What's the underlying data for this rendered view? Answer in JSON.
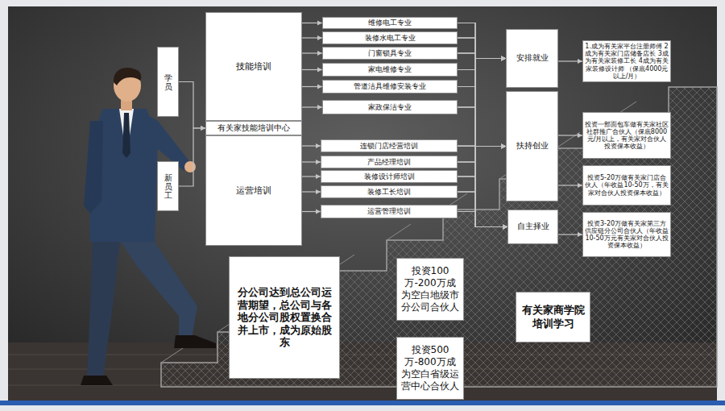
{
  "diagram": {
    "nodes": [
      {
        "text": [
          "学员"
        ]
      },
      {
        "text": [
          "新员工"
        ]
      },
      {
        "text": [
          "技能培训"
        ]
      },
      {
        "text": [
          "有关家技能培训中心"
        ]
      },
      {
        "text": [
          "运营培训"
        ]
      },
      {
        "text": [
          "维修电工专业"
        ]
      },
      {
        "text": [
          "装修水电工专业"
        ]
      },
      {
        "text": [
          "门窗锁具专业"
        ]
      },
      {
        "text": [
          "家电维修专业"
        ]
      },
      {
        "text": [
          "管道洁具维修安装专业"
        ]
      },
      {
        "text": [
          "家政保洁专业"
        ]
      },
      {
        "text": [
          "连锁门店经营培训"
        ]
      },
      {
        "text": [
          "产品经理培训"
        ]
      },
      {
        "text": [
          "装修设计师培训"
        ]
      },
      {
        "text": [
          "装修工长培训"
        ]
      },
      {
        "text": [
          "运营管理培训"
        ]
      },
      {
        "text": [
          "安排就业"
        ]
      },
      {
        "text": [
          "扶持创业"
        ]
      },
      {
        "text": [
          "自主择业"
        ]
      },
      {
        "text": [
          "1.成为有关家平台注册师傅 2成为有关家门店储备店长 3成为有关家装修工长 4成为有关家装修设计师 （保底4000元以上/月）"
        ]
      },
      {
        "text": [
          "投资一部面包车做有关家社区社群推广合伙人（保底8000元/月以上，有关家对合伙人投资保本收益）"
        ]
      },
      {
        "text": [
          "投资5-20万做有关家门店合伙人（年收益10-50万，有关家对合伙人投资保本收益）"
        ]
      },
      {
        "text": [
          "投资3-20万做有关家第三方供应链分公司合伙人（年收益10-50万元有关家对合伙人投资保本收益）"
        ]
      },
      {
        "text": [
          "分公司达到总公司运营期望，总公司与各地分公司股权置换合并上市，成为原始股东"
        ]
      },
      {
        "text": [
          "投资100万-200万成为空白地级市分公司合伙人"
        ]
      },
      {
        "text": [
          "投资500万-800万成为空白省级运营中心合伙人"
        ]
      },
      {
        "text": [
          "有关家商学院培训学习"
        ]
      }
    ],
    "edges": [
      {
        "from": 0,
        "to": 3,
        "arrow": "to"
      },
      {
        "from": 1,
        "to": 3,
        "arrow": "to"
      },
      {
        "from": 2,
        "to": 5,
        "arrow": "to"
      },
      {
        "from": 2,
        "to": 6,
        "arrow": "to"
      },
      {
        "from": 2,
        "to": 7,
        "arrow": "to"
      },
      {
        "from": 2,
        "to": 8,
        "arrow": "to"
      },
      {
        "from": 2,
        "to": 9,
        "arrow": "to"
      },
      {
        "from": 2,
        "to": 10,
        "arrow": "to"
      },
      {
        "from": 4,
        "to": 11,
        "arrow": "to"
      },
      {
        "from": 4,
        "to": 12,
        "arrow": "to"
      },
      {
        "from": 4,
        "to": 13,
        "arrow": "to"
      },
      {
        "from": 4,
        "to": 14,
        "arrow": "to"
      },
      {
        "from": 4,
        "to": 15,
        "arrow": "to"
      },
      {
        "from": 5,
        "to": 16,
        "arrow": "to"
      },
      {
        "from": 5,
        "to": 17,
        "arrow": "to"
      },
      {
        "from": 5,
        "to": 18,
        "arrow": "to"
      },
      {
        "from": 6,
        "to": 16,
        "arrow": "to"
      },
      {
        "from": 6,
        "to": 17,
        "arrow": "to"
      },
      {
        "from": 6,
        "to": 18,
        "arrow": "to"
      },
      {
        "from": 7,
        "to": 16,
        "arrow": "to"
      },
      {
        "from": 7,
        "to": 17,
        "arrow": "to"
      },
      {
        "from": 7,
        "to": 18,
        "arrow": "to"
      },
      {
        "from": 8,
        "to": 16,
        "arrow": "to"
      },
      {
        "from": 8,
        "to": 17,
        "arrow": "to"
      },
      {
        "from": 8,
        "to": 18,
        "arrow": "to"
      },
      {
        "from": 9,
        "to": 16,
        "arrow": "to"
      },
      {
        "from": 9,
        "to": 17,
        "arrow": "to"
      },
      {
        "from": 9,
        "to": 18,
        "arrow": "to"
      },
      {
        "from": 10,
        "to": 16,
        "arrow": "to"
      },
      {
        "from": 10,
        "to": 17,
        "arrow": "to"
      },
      {
        "from": 10,
        "to": 18,
        "arrow": "to"
      },
      {
        "from": 11,
        "to": 16,
        "arrow": "to"
      },
      {
        "from": 11,
        "to": 17,
        "arrow": "to"
      },
      {
        "from": 11,
        "to": 18,
        "arrow": "to"
      },
      {
        "from": 12,
        "to": 16,
        "arrow": "to"
      },
      {
        "from": 12,
        "to": 17,
        "arrow": "to"
      },
      {
        "from": 12,
        "to": 18,
        "arrow": "to"
      },
      {
        "from": 13,
        "to": 16,
        "arrow": "to"
      },
      {
        "from": 13,
        "to": 17,
        "arrow": "to"
      },
      {
        "from": 13,
        "to": 18,
        "arrow": "to"
      },
      {
        "from": 14,
        "to": 16,
        "arrow": "to"
      },
      {
        "from": 14,
        "to": 17,
        "arrow": "to"
      },
      {
        "from": 14,
        "to": 18,
        "arrow": "to"
      },
      {
        "from": 15,
        "to": 16,
        "arrow": "to"
      },
      {
        "from": 15,
        "to": 17,
        "arrow": "to"
      },
      {
        "from": 15,
        "to": 18,
        "arrow": "to"
      },
      {
        "from": 16,
        "to": 19,
        "arrow": "to"
      },
      {
        "from": 17,
        "to": 20,
        "arrow": "to"
      },
      {
        "from": 17,
        "to": 21,
        "arrow": "to"
      },
      {
        "from": 18,
        "to": 22,
        "arrow": "to"
      }
    ]
  }
}
